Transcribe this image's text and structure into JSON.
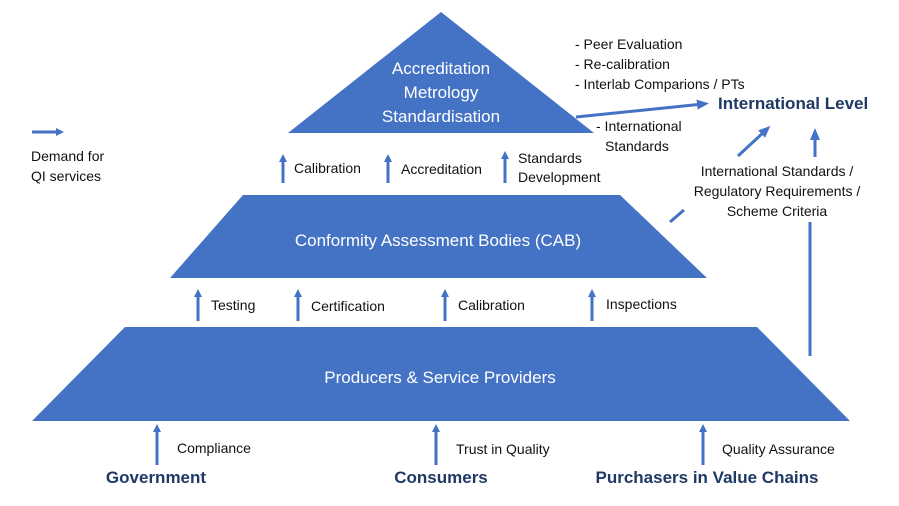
{
  "colors": {
    "shape_fill": "#4472C4",
    "arrow": "#4472C4",
    "heading": "#1F3864"
  },
  "legend": {
    "icon": "arrow-right-icon",
    "line1": "Demand for",
    "line2": "QI services"
  },
  "top": {
    "line1": "Accreditation",
    "line2": "Metrology",
    "line3": "Standardisation"
  },
  "middle": {
    "label": "Conformity Assessment Bodies (CAB)"
  },
  "bottom": {
    "label": "Producers & Service Providers"
  },
  "top_inputs": [
    {
      "label": "Calibration"
    },
    {
      "label": "Accreditation"
    },
    {
      "line1": "Standards",
      "line2": "Development"
    }
  ],
  "middle_inputs": [
    "Testing",
    "Certification",
    "Calibration",
    "Inspections"
  ],
  "bottom_inputs": [
    {
      "stakeholder": "Government",
      "label": "Compliance"
    },
    {
      "stakeholder": "Consumers",
      "label": "Trust in Quality"
    },
    {
      "stakeholder": "Purchasers in Value Chains",
      "label": "Quality Assurance"
    }
  ],
  "international": {
    "title": "International Level",
    "peer_items": [
      "- Peer Evaluation",
      "- Re-calibration",
      "- Interlab Comparions / PTs"
    ],
    "std_line1": "- International",
    "std_line2": "Standards",
    "req_line1": "International Standards /",
    "req_line2": "Regulatory Requirements /",
    "req_line3": "Scheme Criteria"
  }
}
